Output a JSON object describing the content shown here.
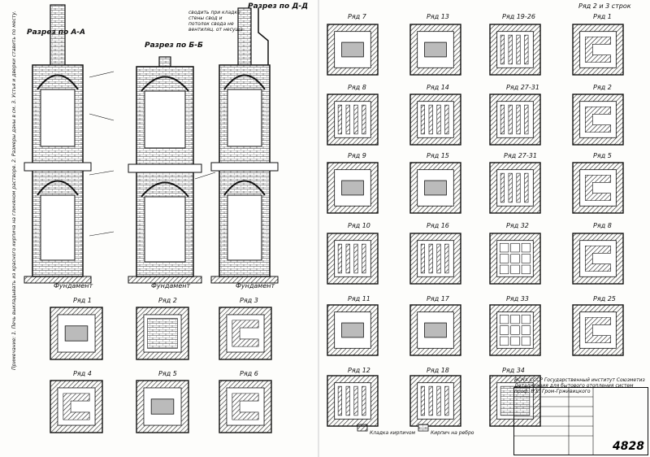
{
  "sections": {
    "sec_a": "Разрез по А-А",
    "sec_b": "Разрез по Б-Б",
    "sec_c": "Разрез по Д-Д",
    "foundation": "Фундамент"
  },
  "top_note": "сводить при кладке стены свод и потолок свода не вентиляц. от несуща",
  "rows": [
    "Ряд 1",
    "Ряд 2",
    "Ряд 3",
    "Ряд 4",
    "Ряд 5",
    "Ряд 6",
    "Ряд 7",
    "Ряд 8",
    "Ряд 9",
    "Ряд 10",
    "Ряд 11",
    "Ряд 12",
    "Ряд 13",
    "Ряд 14",
    "Ряд 15",
    "Ряд 16",
    "Ряд 17",
    "Ряд 18",
    "Ряд 19-26",
    "Ряд 27-31",
    "Ряд 32",
    "Ряд 33",
    "Ряд 34",
    "Ряд 1",
    "Ряд 2",
    "Ряд 5",
    "Ряд 8",
    "Ряд 25",
    "Ряд 2 и 3 строк"
  ],
  "legend": {
    "a": "Кладка кирпичом",
    "b": "Кирпич на ребро"
  },
  "left_notes": "Примечание: 1. Печь выкладывать из красного кирпича на глиняном растворе. 2. Размеры даны в см. 3. Устья и дверки ставить по месту.",
  "title_block": {
    "org": "ВСНХ СССР Государственный институт Союзметиз",
    "desc": "Детализация для бытового отопления систем проф. В.Е. Гром-Грживицкого",
    "sheet_no": "4828"
  }
}
